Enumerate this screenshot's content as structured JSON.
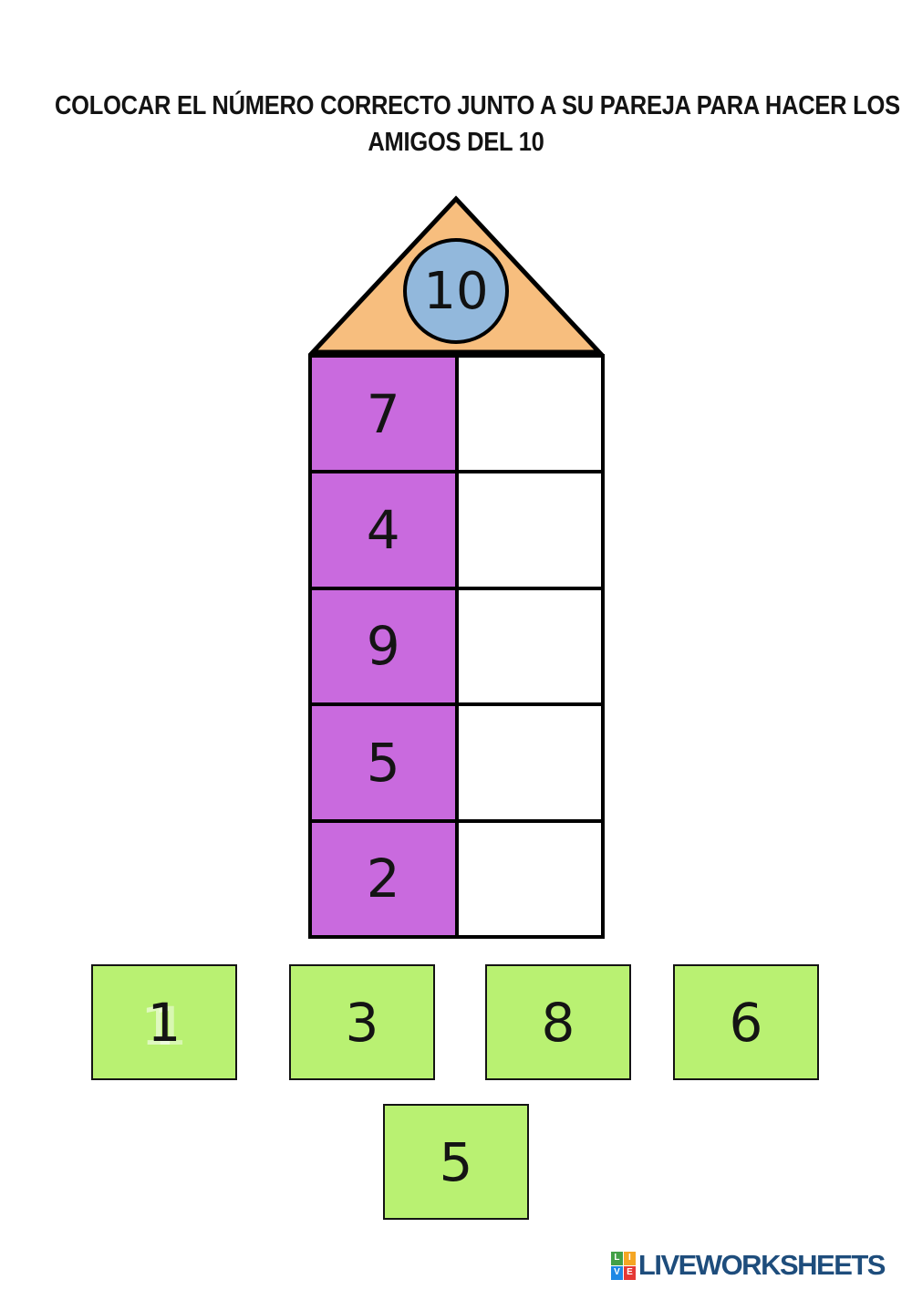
{
  "header": {
    "title_line1": "COLOCAR EL NÚMERO CORRECTO JUNTO A SU PAREJA PARA HACER LOS",
    "title_line2": "AMIGOS DEL 10"
  },
  "house": {
    "target_number": "10",
    "roof_color": "#f7be7e",
    "circle_color": "#92b8dc",
    "given_cell_color": "#c96ade",
    "rows": [
      {
        "given": "7",
        "answer": ""
      },
      {
        "given": "4",
        "answer": ""
      },
      {
        "given": "9",
        "answer": ""
      },
      {
        "given": "5",
        "answer": ""
      },
      {
        "given": "2",
        "answer": ""
      }
    ]
  },
  "tiles": {
    "color": "#b9f172",
    "items": [
      {
        "label": "1"
      },
      {
        "label": "3"
      },
      {
        "label": "8"
      },
      {
        "label": "6"
      },
      {
        "label": "5"
      }
    ]
  },
  "footer": {
    "logo": {
      "squares": [
        {
          "letter": "L",
          "color": "#43a047"
        },
        {
          "letter": "I",
          "color": "#f5a623"
        },
        {
          "letter": "V",
          "color": "#1e88e5"
        },
        {
          "letter": "E",
          "color": "#e53935"
        }
      ],
      "text": "LIVEWORKSHEETS",
      "text_color": "#1e4d7c"
    }
  }
}
